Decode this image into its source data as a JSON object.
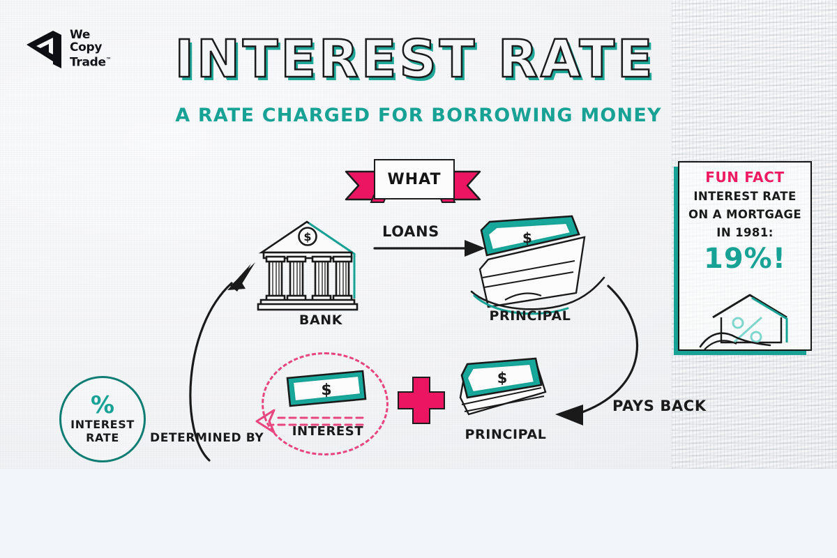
{
  "brand": {
    "name_line1": "We",
    "name_line2": "Copy",
    "name_line3": "Trade",
    "tm": "™",
    "logo_icon": "double-chevron-arrow-logo"
  },
  "header": {
    "title": "INTEREST RATE",
    "subtitle": "A RATE CHARGED FOR BORROWING MONEY",
    "title_color": "#1b1b1b",
    "title_shadow_color": "#1fa79a",
    "subtitle_color": "#17a295"
  },
  "banner": {
    "label": "WHAT",
    "ribbon_color": "#ec1561"
  },
  "diagram": {
    "bank": {
      "label": "BANK",
      "icon": "bank-building-icon",
      "dollar": "$"
    },
    "principal_top": {
      "label": "PRINCIPAL",
      "icon": "cash-stack-in-hand-icon",
      "dollar": "$"
    },
    "principal_bottom": {
      "label": "PRINCIPAL",
      "icon": "cash-stack-icon",
      "dollar": "$"
    },
    "interest": {
      "label": "INTEREST",
      "icon": "single-bill-icon",
      "dollar": "$"
    },
    "interest_rate": {
      "percent": "%",
      "line1": "INTEREST",
      "line2": "RATE"
    },
    "arrow_loans": "LOANS",
    "arrow_pays_back": "PAYS BACK",
    "arrow_determined_by": "DETERMINED BY",
    "plus_sign": "+",
    "accent_teal": "#17a295",
    "accent_pink": "#ec1561",
    "ink": "#1a1a1a"
  },
  "fun_fact": {
    "title": "FUN FACT",
    "body_line1": "INTEREST RATE",
    "body_line2": "ON A MORTGAGE",
    "body_line3": "IN 1981:",
    "highlight": "19%!",
    "icon": "house-with-percent-on-hand-icon",
    "title_color": "#ee1b62",
    "highlight_color": "#17a295",
    "shadow_color": "#17a295"
  }
}
